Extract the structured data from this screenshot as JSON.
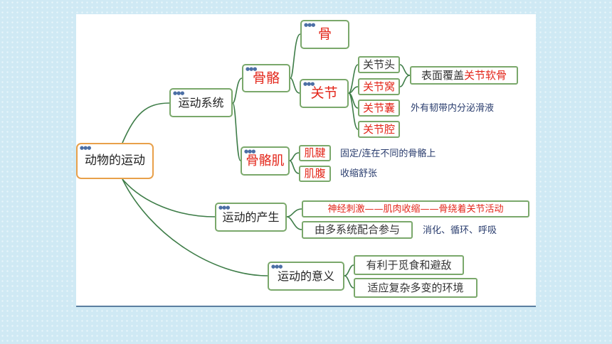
{
  "root": "动物的运动",
  "system": {
    "label": "运动系统",
    "bone": "骨",
    "bone_set": "骨骼",
    "joint": {
      "label": "关节",
      "head": "关节头",
      "socket": "关节窝",
      "capsule": "关节囊",
      "cavity": "关节腔",
      "surface_prefix": "表面覆盖",
      "surface_highlight": "关节软骨",
      "capsule_note": "外有韧带内分泌滑液"
    },
    "muscle": {
      "label": "骨骼肌",
      "tendon": "肌腱",
      "tendon_note": "固定/连在不同的骨骼上",
      "belly": "肌腹",
      "belly_note": "收缩舒张"
    }
  },
  "generation": {
    "label": "运动的产生",
    "chain": "神经刺激——肌肉收缩——骨绕着关节活动",
    "coordination": "由多系统配合参与",
    "coordination_note": "消化、循环、呼吸"
  },
  "significance": {
    "label": "运动的意义",
    "item1": "有利于觅食和避敌",
    "item2": "适应复杂多变的环境"
  }
}
